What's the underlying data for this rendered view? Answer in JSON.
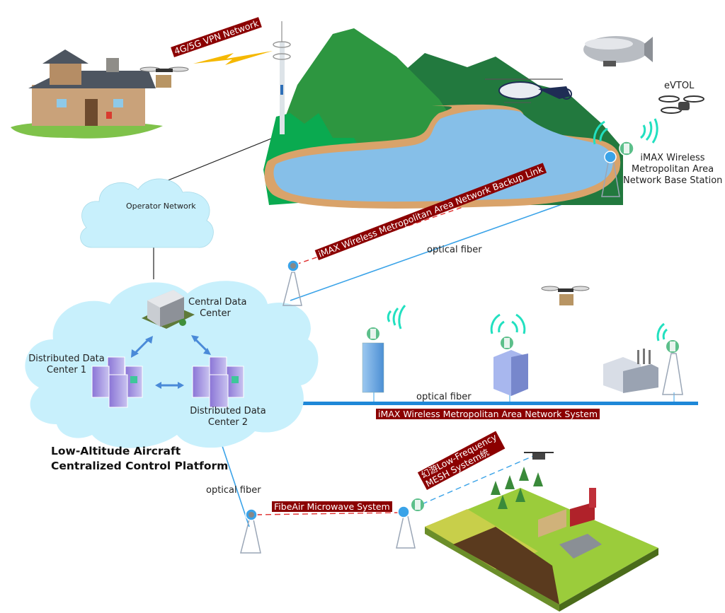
{
  "diagram": {
    "title_line1": "Low-Altitude Aircraft",
    "title_line2": "Centralized Control Platform",
    "colors": {
      "tag_bg": "#8b0000",
      "tag_text": "#ffffff",
      "fiber": "#3aa3e8",
      "backbone": "#1e88d8",
      "backup_link": "#e03030",
      "mesh_link": "#3aa3e8",
      "cloud": "#c8f0fc",
      "lake": "#86bfe8",
      "lake_shore": "#d9a36a",
      "mountain_dark": "#22793e",
      "mountain_mid": "#2d9640",
      "mountain_light": "#0aaa50",
      "wifi": "#22e0c0",
      "lightning": "#f5b800",
      "arrow": "#4a8ad8"
    },
    "tags": {
      "vpn": "4G/5G VPN Network",
      "backup": "iMAX Wireless Metropolitan Area Network Backup Link",
      "man_system": "iMAX Wireless Metropolitan Area Network System",
      "microwave": "FibeAir Microwave System",
      "mesh_line1": "幻游Low-Frequency",
      "mesh_line2": "MESH System统"
    },
    "labels": {
      "operator_network": "Operator Network",
      "central_dc_line1": "Central Data",
      "central_dc_line2": "Center",
      "dc1_line1": "Distributed Data",
      "dc1_line2": "Center 1",
      "dc2_line1": "Distributed Data",
      "dc2_line2": "Center 2",
      "evtol": "eVTOL",
      "base_station_line1": "iMAX Wireless",
      "base_station_line2": "Metropolitan Area",
      "base_station_line3": "Network Base Station",
      "fiber_upper": "optical fiber",
      "fiber_backbone": "optical fiber",
      "fiber_lower": "optical fiber"
    },
    "nodes": [
      {
        "id": "rural-house",
        "icon": "house-icon"
      },
      {
        "id": "delivery-drone-top",
        "icon": "drone-icon"
      },
      {
        "id": "cell-tower",
        "icon": "cell-tower-icon"
      },
      {
        "id": "mountain-lake",
        "icon": "landscape-icon"
      },
      {
        "id": "helicopter",
        "icon": "helicopter-icon"
      },
      {
        "id": "airship",
        "icon": "airship-icon"
      },
      {
        "id": "evtol",
        "icon": "evtol-icon"
      },
      {
        "id": "base-station-tower",
        "icon": "antenna-tower-icon"
      },
      {
        "id": "relay-tower",
        "icon": "antenna-tower-icon"
      },
      {
        "id": "delivery-drone-mid",
        "icon": "drone-icon"
      },
      {
        "id": "office-tower",
        "icon": "skyscraper-icon"
      },
      {
        "id": "office-building",
        "icon": "building-icon"
      },
      {
        "id": "factory",
        "icon": "factory-icon"
      },
      {
        "id": "factory-tower",
        "icon": "antenna-tower-icon"
      },
      {
        "id": "microwave-tower-a",
        "icon": "antenna-tower-icon"
      },
      {
        "id": "microwave-tower-b",
        "icon": "antenna-tower-icon"
      },
      {
        "id": "farm",
        "icon": "farm-icon"
      },
      {
        "id": "agri-drone",
        "icon": "drone-icon"
      }
    ]
  }
}
